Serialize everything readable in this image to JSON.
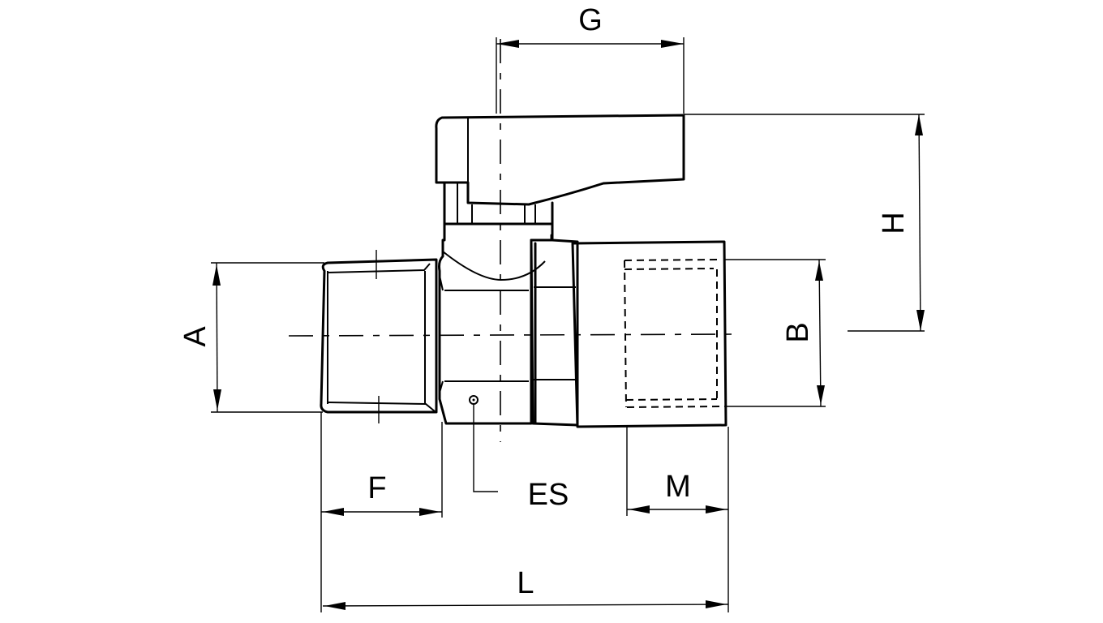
{
  "diagram": {
    "subject": "Ball valve with male thread (left) and female thread (right), butterfly handle",
    "colors": {
      "line": "#000000",
      "background": "#ffffff"
    },
    "dimensions": {
      "G": {
        "label": "G",
        "meaning": "handle reach from stem axis"
      },
      "H": {
        "label": "H",
        "meaning": "height from pipe axis to top of handle"
      },
      "A": {
        "label": "A",
        "meaning": "male thread outer diameter"
      },
      "B": {
        "label": "B",
        "meaning": "female thread diameter"
      },
      "F": {
        "label": "F",
        "meaning": "male thread length"
      },
      "M": {
        "label": "M",
        "meaning": "female thread depth"
      },
      "L": {
        "label": "L",
        "meaning": "overall length"
      },
      "ES": {
        "label": "ES",
        "meaning": "hex wrench size / callout"
      }
    }
  }
}
